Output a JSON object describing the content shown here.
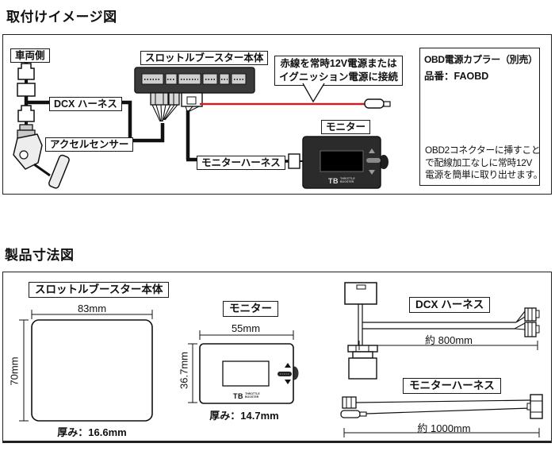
{
  "install": {
    "title": "取付けイメージ図",
    "vehicle_side_label": "車両側",
    "dcx_harness_label": "DCX ハーネス",
    "accel_sensor_label": "アクセルセンサー",
    "main_unit_label": "スロットルブースター本体",
    "monitor_label": "モニター",
    "monitor_harness_label": "モニターハーネス",
    "red_wire_note": [
      "赤線を常時12V電源または",
      "イグニッション電源に接続"
    ],
    "obd_title": "OBD電源カプラー（別売）",
    "obd_part_no": "品番：FAOBD",
    "obd_desc": [
      "OBD2コネクターに挿すこと",
      "で配線加工なしに常時12V",
      "電源を簡単に取り出せます。"
    ],
    "monitor_logo": "TB",
    "monitor_logo_sub1": "THROTTLE",
    "monitor_logo_sub2": "BOOSTER"
  },
  "dimensions": {
    "title": "製品寸法図",
    "main_unit_label": "スロットルブースター本体",
    "main_unit_width": "83mm",
    "main_unit_height": "70mm",
    "main_unit_thickness": "厚み：16.6mm",
    "monitor_label": "モニター",
    "monitor_width": "55mm",
    "monitor_height": "36.7mm",
    "monitor_thickness": "厚み：14.7mm",
    "monitor_logo": "TB",
    "monitor_logo_sub1": "THROTTLE",
    "monitor_logo_sub2": "BOOSTER",
    "dcx_label": "DCX ハーネス",
    "dcx_length": "約 800mm",
    "monitor_harness_label": "モニターハーネス",
    "monitor_harness_length": "約 1000mm"
  },
  "colors": {
    "red_wire": "#c8202a",
    "unit_body": "#3a3a3a",
    "monitor_body": "#2b2b2b",
    "panel_border": "#222222"
  }
}
